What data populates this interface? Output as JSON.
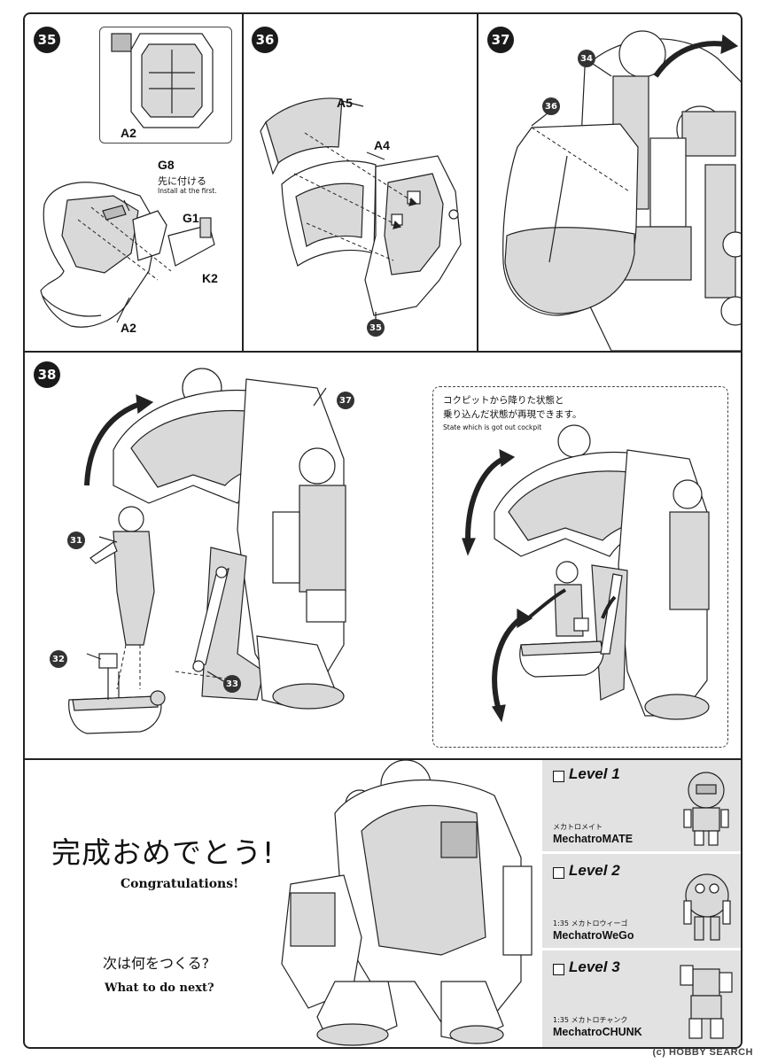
{
  "steps": {
    "s35": {
      "number": "35",
      "labels": {
        "inset_part": "A2",
        "g8": "G8",
        "g8_jp": "先に付ける",
        "g8_en": "Install at the first.",
        "g1": "G1",
        "k2": "K2",
        "a2": "A2"
      }
    },
    "s36": {
      "number": "36",
      "labels": {
        "a5": "A5",
        "a4": "A4",
        "ref": "35"
      }
    },
    "s37": {
      "number": "37",
      "labels": {
        "ref34": "34",
        "ref36": "36"
      }
    },
    "s38": {
      "number": "38",
      "labels": {
        "ref37": "37",
        "ref31": "31",
        "ref32": "32",
        "ref33": "33"
      },
      "note_jp_line1": "コクピットから降りた状態と",
      "note_jp_line2": "乗り込んだ状態が再現できます。",
      "note_en": "State which is got out cockpit"
    }
  },
  "finale": {
    "congrats_jp": "完成おめでとう!",
    "congrats_en": "Congratulations!",
    "next_jp": "次は何をつくる?",
    "next_en": "What to do next?"
  },
  "levels": [
    {
      "name": "Level 1",
      "jp": "メカトロメイト",
      "en": "MechatroMATE"
    },
    {
      "name": "Level 2",
      "jp": "1:35 メカトロウィーゴ",
      "en": "MechatroWeGo"
    },
    {
      "name": "Level 3",
      "jp": "1:35 メカトロチャンク",
      "en": "MechatroCHUNK"
    }
  ],
  "watermark": "(c) HOBBY SEARCH"
}
